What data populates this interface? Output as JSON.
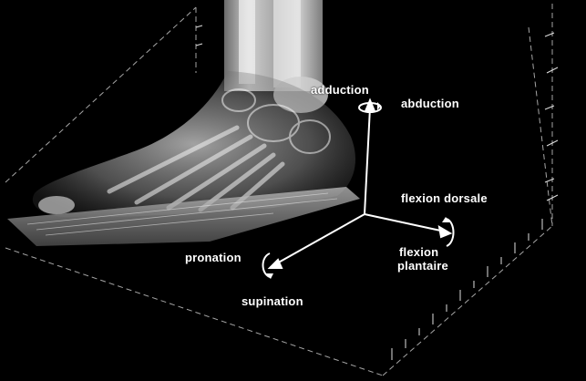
{
  "colors": {
    "background": "#000000",
    "label_text": "#ffffff",
    "axis_line": "#ffffff",
    "bone": "#d8d8d8"
  },
  "labels": {
    "adduction": "adduction",
    "abduction": "abduction",
    "flexion_dorsale": "flexion dorsale",
    "flexion_plantaire_line1": "flexion",
    "flexion_plantaire_line2": "plantaire",
    "pronation": "pronation",
    "supination": "supination"
  }
}
